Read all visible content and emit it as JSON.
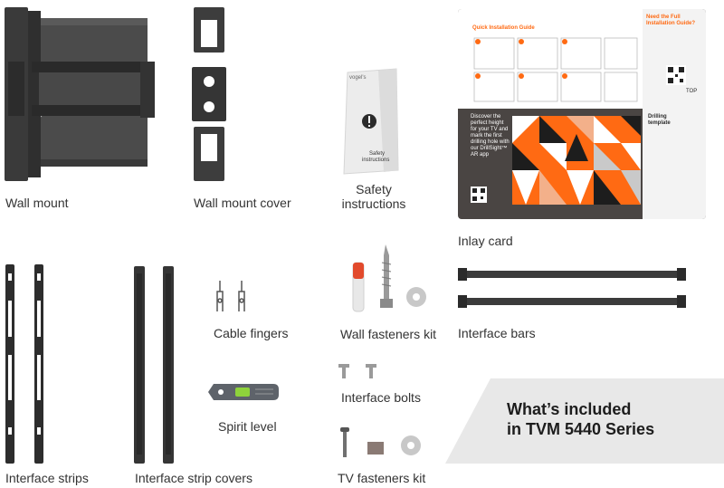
{
  "items": {
    "wall_mount": "Wall mount",
    "wall_mount_cover": "Wall mount cover",
    "safety_instructions_line1": "Safety",
    "safety_instructions_line2": "instructions",
    "inlay_card": "Inlay card",
    "interface_strips": "Interface strips",
    "interface_strip_covers": "Interface strip covers",
    "cable_fingers": "Cable fingers",
    "spirit_level": "Spirit level",
    "wall_fasteners_kit": "Wall fasteners kit",
    "interface_bars": "Interface bars",
    "interface_bolts": "Interface bolts",
    "tv_fasteners_kit": "TV fasteners kit"
  },
  "booklet": {
    "brand": "vogel's",
    "title_line1": "Safety",
    "title_line2": "instructions"
  },
  "inlay": {
    "guide_title": "Quick Installation Guide",
    "need_full_guide": "Need the Full Installation Guide?",
    "app_text": "Discover the perfect height for your TV and mark the first drilling hole with our DrillSight™ AR app",
    "drilling_template": "Drilling template",
    "top_label": "TOP"
  },
  "banner": {
    "line1": "What’s included",
    "line2": "in TVM 5440 Series"
  },
  "colors": {
    "accent_orange": "#ff6a13",
    "mount_dark": "#3c3c3c",
    "banner_bg": "#e8e8e8"
  }
}
